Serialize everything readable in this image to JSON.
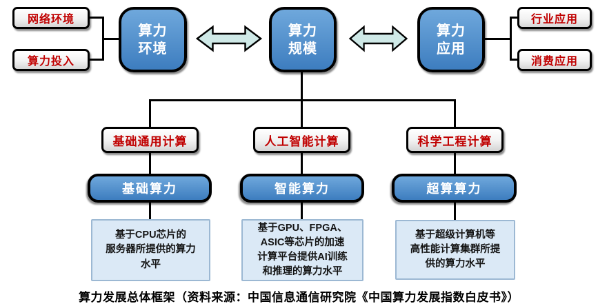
{
  "colors": {
    "node_blue_top": "#6fa8dc",
    "node_blue_bottom": "#3d7dbf",
    "red_text": "#c00000",
    "arrow_fill": "#cfe9e7",
    "desc_fill": "#dbe9f6",
    "desc_border": "#9cb8d3",
    "line_color": "#000000"
  },
  "top_row": {
    "left_items": [
      {
        "label": "网络环境"
      },
      {
        "label": "算力投入"
      }
    ],
    "nodes": [
      {
        "label": "算力\n环境"
      },
      {
        "label": "算力\n规模"
      },
      {
        "label": "算力\n应用"
      }
    ],
    "right_items": [
      {
        "label": "行业应用"
      },
      {
        "label": "消费应用"
      }
    ]
  },
  "branches": [
    {
      "category": "基础通用计算",
      "node": "基础算力",
      "description": "基于CPU芯片的\n服务器所提供的算力\n水平"
    },
    {
      "category": "人工智能计算",
      "node": "智能算力",
      "description": "基于GPU、FPGA、\nASIC等芯片的加速\n计算平台提供AI训练\n和推理的算力水平"
    },
    {
      "category": "科学工程计算",
      "node": "超算算力",
      "description": "基于超级计算机等\n高性能计算集群所提\n供的算力水平"
    }
  ],
  "caption": "算力发展总体框架（资料来源：中国信息通信研究院《中国算力发展指数白皮书》）"
}
